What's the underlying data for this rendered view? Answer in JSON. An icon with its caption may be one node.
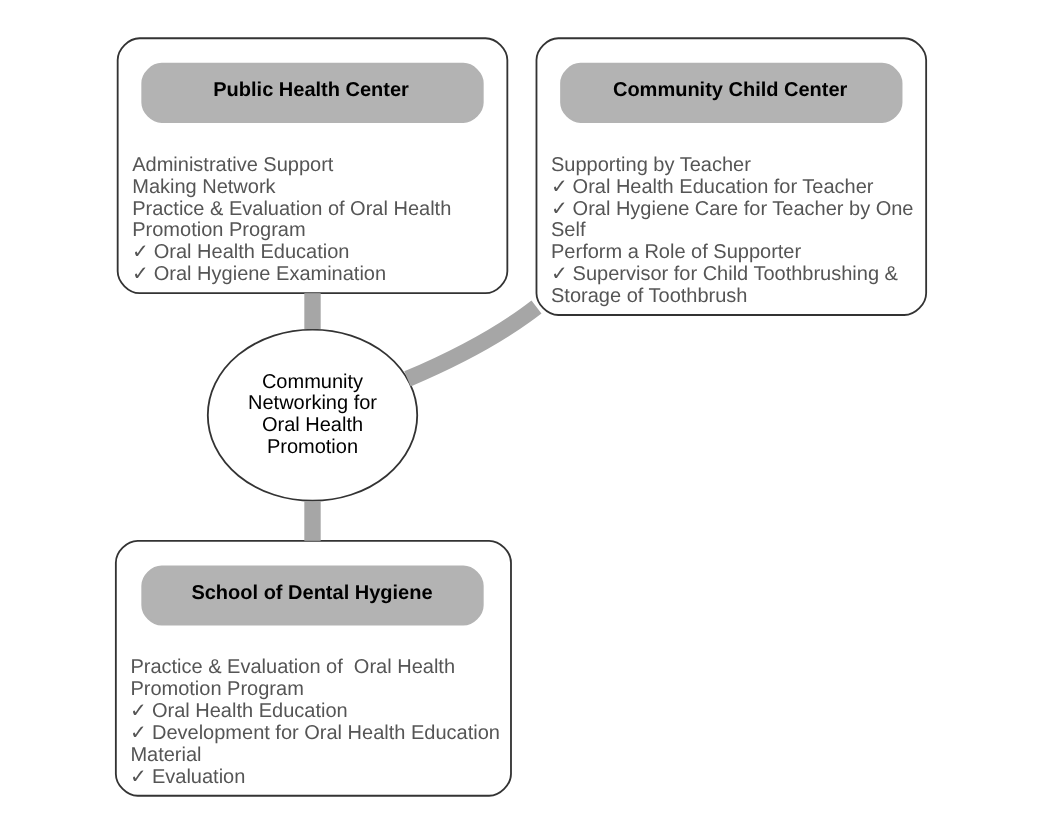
{
  "diagram": {
    "nodes": [
      {
        "text": [
          "Administrative Support",
          "Making Network",
          "Practice & Evaluation of Oral Health Promotion Program",
          "✓ Oral Health Education",
          "✓ Oral Hygiene Examination"
        ]
      },
      {
        "text": [
          "Public Health Center"
        ],
        "in": 0
      },
      {
        "text": [
          "Supporting by Teacher",
          "✓ Oral Health Education for Teacher",
          "✓ Oral Hygiene Care for Teacher by One Self",
          "Perform a Role of Supporter",
          "✓ Supervisor for Child Toothbrushing & Storage of Toothbrush"
        ]
      },
      {
        "text": [
          "Community Child Center"
        ],
        "in": 2
      },
      {
        "text": [
          "Community Networking for Oral Health Promotion"
        ]
      },
      {
        "text": [
          "Practice & Evaluation of  Oral Health Promotion Program",
          "✓ Oral Health Education",
          "✓ Development for Oral Health Education Material",
          "✓ Evaluation"
        ]
      },
      {
        "text": [
          "School of Dental Hygiene"
        ],
        "in": 5
      }
    ],
    "edges": [
      {
        "from": 0,
        "to": 4,
        "arrow": "none"
      },
      {
        "from": 2,
        "to": 4,
        "arrow": "none"
      },
      {
        "from": 4,
        "to": 5,
        "arrow": "none"
      }
    ]
  }
}
